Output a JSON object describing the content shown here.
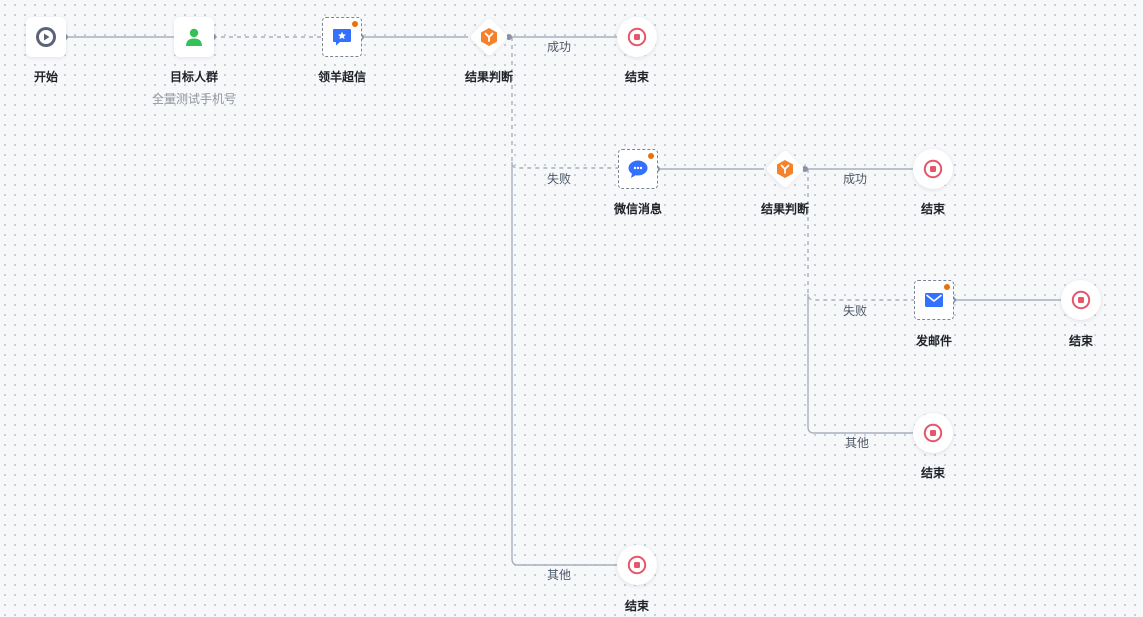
{
  "colors": {
    "edge": "#a9b0be",
    "start": "#5b6477",
    "user": "#35c15a",
    "message": "#3370ff",
    "branch": "#f5812a",
    "end": "#e4566a"
  },
  "nodes": {
    "start": {
      "label": "开始",
      "icon": "play-icon"
    },
    "audience": {
      "label": "目标人群",
      "sublabel": "全量测试手机号",
      "icon": "user-icon"
    },
    "sms": {
      "label": "领羊超信",
      "icon": "message-star-icon"
    },
    "judge1": {
      "label": "结果判断",
      "icon": "branch-icon"
    },
    "end1": {
      "label": "结束",
      "icon": "stop-icon"
    },
    "wechat": {
      "label": "微信消息",
      "icon": "chat-bubble-icon"
    },
    "judge2": {
      "label": "结果判断",
      "icon": "branch-icon"
    },
    "end2": {
      "label": "结束",
      "icon": "stop-icon"
    },
    "email": {
      "label": "发邮件",
      "icon": "mail-icon"
    },
    "end3": {
      "label": "结束",
      "icon": "stop-icon"
    },
    "end4": {
      "label": "结束",
      "icon": "stop-icon"
    },
    "end5": {
      "label": "结束",
      "icon": "stop-icon"
    }
  },
  "edge_labels": {
    "j1_success": "成功",
    "j1_fail": "失败",
    "j1_other": "其他",
    "j2_success": "成功",
    "j2_fail": "失败",
    "j2_other": "其他"
  }
}
